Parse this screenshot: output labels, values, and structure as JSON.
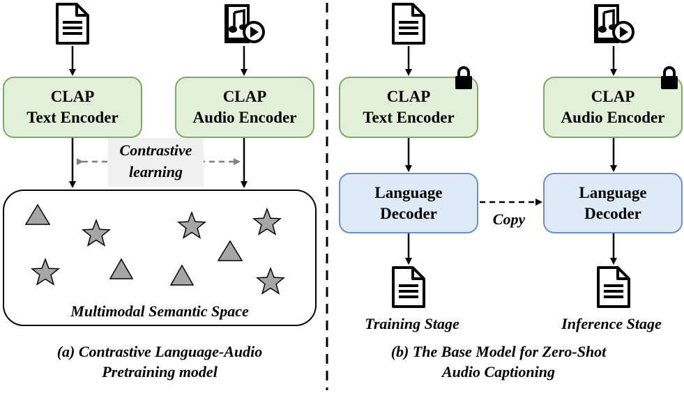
{
  "left_panel": {
    "text_encoder": {
      "line1": "CLAP",
      "line2": "Text Encoder"
    },
    "audio_encoder": {
      "line1": "CLAP",
      "line2": "Audio Encoder"
    },
    "contrastive": {
      "line1": "Contrastive",
      "line2": "learning"
    },
    "space_label": "Multimodal Semantic Space",
    "caption": {
      "line1": "(a)  Contrastive Language-Audio",
      "line2": "Pretraining model"
    }
  },
  "right_panel": {
    "text_encoder": {
      "line1": "CLAP",
      "line2": "Text Encoder"
    },
    "audio_encoder": {
      "line1": "CLAP",
      "line2": "Audio Encoder"
    },
    "decoder_train": {
      "line1": "Language",
      "line2": "Decoder"
    },
    "decoder_infer": {
      "line1": "Language",
      "line2": "Decoder"
    },
    "copy_label": "Copy",
    "training_label": "Training Stage",
    "inference_label": "Inference Stage",
    "caption": {
      "line1": "(b) The Base Model for Zero-Shot",
      "line2": "Audio Captioning"
    }
  },
  "colors": {
    "encoder_fill": "#e2efd9",
    "encoder_border": "#7fa864",
    "decoder_fill": "#deeaf6",
    "decoder_border": "#6b8fc7",
    "shape_fill": "#a6a6a6",
    "contrastive_arrow": "#808080"
  },
  "icons": [
    "document-icon",
    "audio-file-icon",
    "lock-icon",
    "star-icon",
    "triangle-icon"
  ]
}
